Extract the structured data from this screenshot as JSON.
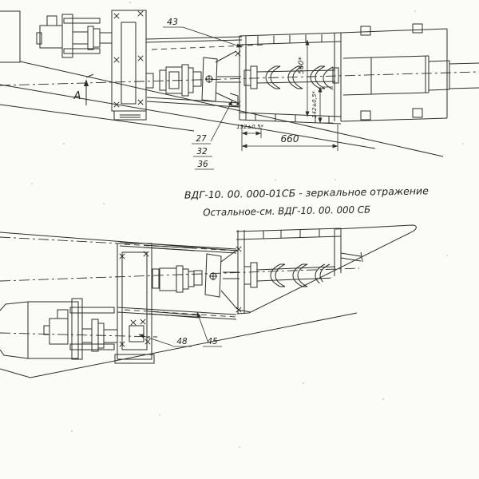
{
  "colors": {
    "paper": "#fbfbf8",
    "ink": "#2f2d2a"
  },
  "top_view": {
    "callout_43": "43",
    "callout_27": "27",
    "callout_32": "32",
    "callout_36": "36",
    "dim_offset": "132±0,5*",
    "dim_length": "660",
    "dim_height": "560*",
    "dim_outlet": "142±0,5*",
    "section_label": "А"
  },
  "notes": {
    "line1": "ВДГ-10. 00. 000-01СБ - зеркальное отражение",
    "line2": "Остальное-см.  ВДГ-10. 00. 000 СБ"
  },
  "bottom_view": {
    "callout_48": "48",
    "callout_45": "45"
  }
}
